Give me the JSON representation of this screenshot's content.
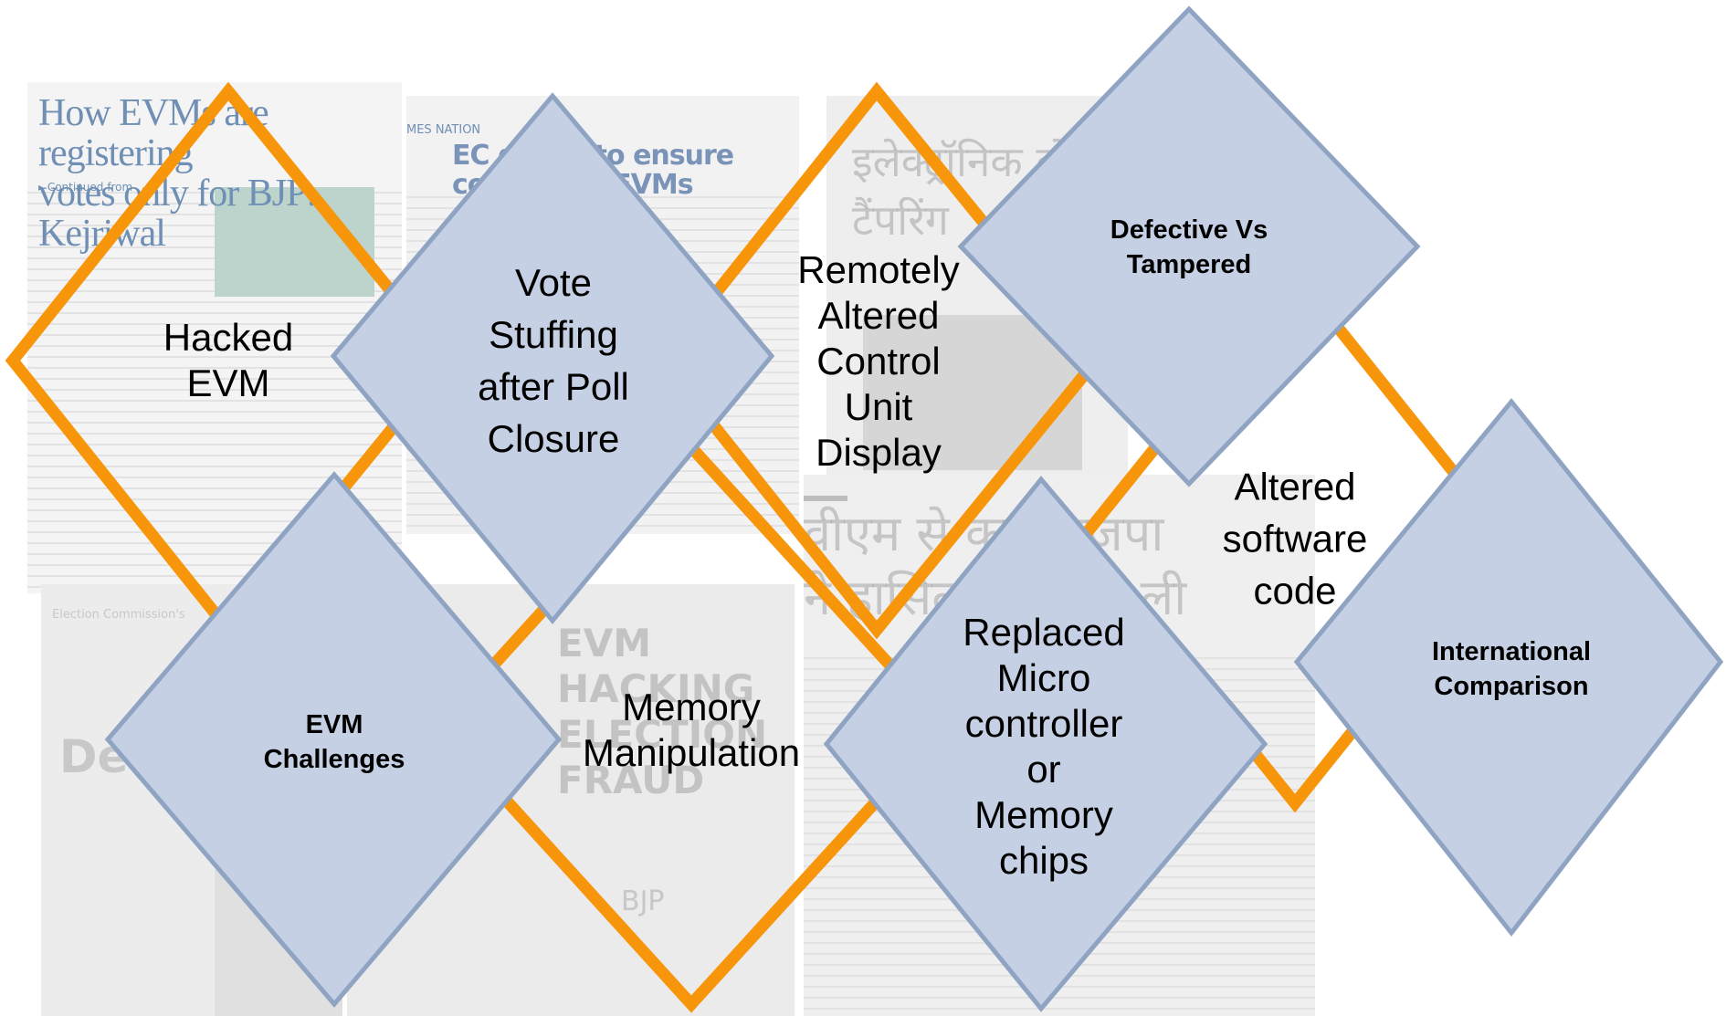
{
  "colors": {
    "orange": "#F7950B",
    "diamond_fill": "#C5D0E4",
    "diamond_stroke": "#8FA4C3"
  },
  "background": {
    "clip1_headline": "How EVMs are registering\nvotes only for BJP: Kejriwal",
    "clip1_sub": "▸ Continued from",
    "clip2_section": "MES  NATION",
    "clip2_headline": "EC d      ams to ensure\ncol      ning of EVMs",
    "clip3_hindi": "इलेक्ट्रॉनिक वोटिं\nटैंपरिंग",
    "clip4_hindi": "वीएम से         कर भाजपा\nने हासिल की        जीत ली",
    "clip5_heading": "Election Commission's",
    "clip5_big": "Democ",
    "clip6_text": "EVM HACKING\nELECTION FRAUD",
    "clip6_bjp": "BJP"
  },
  "labels": {
    "hacked_evm": "Hacked\nEVM",
    "vote_stuffing": "Vote\nStuffing\nafter Poll\nClosure",
    "remotely_altered": "Remotely\nAltered\nControl\nUnit\nDisplay",
    "defective_vs_tampered": "Defective Vs\nTampered",
    "altered_software": "Altered\nsoftware\ncode",
    "evm_challenges": "EVM\nChallenges",
    "memory_manipulation": "Memory\nManipulation",
    "replaced_micro": "Replaced\nMicro\ncontroller\nor\nMemory\nchips",
    "international_comparison": "International\nComparison"
  }
}
